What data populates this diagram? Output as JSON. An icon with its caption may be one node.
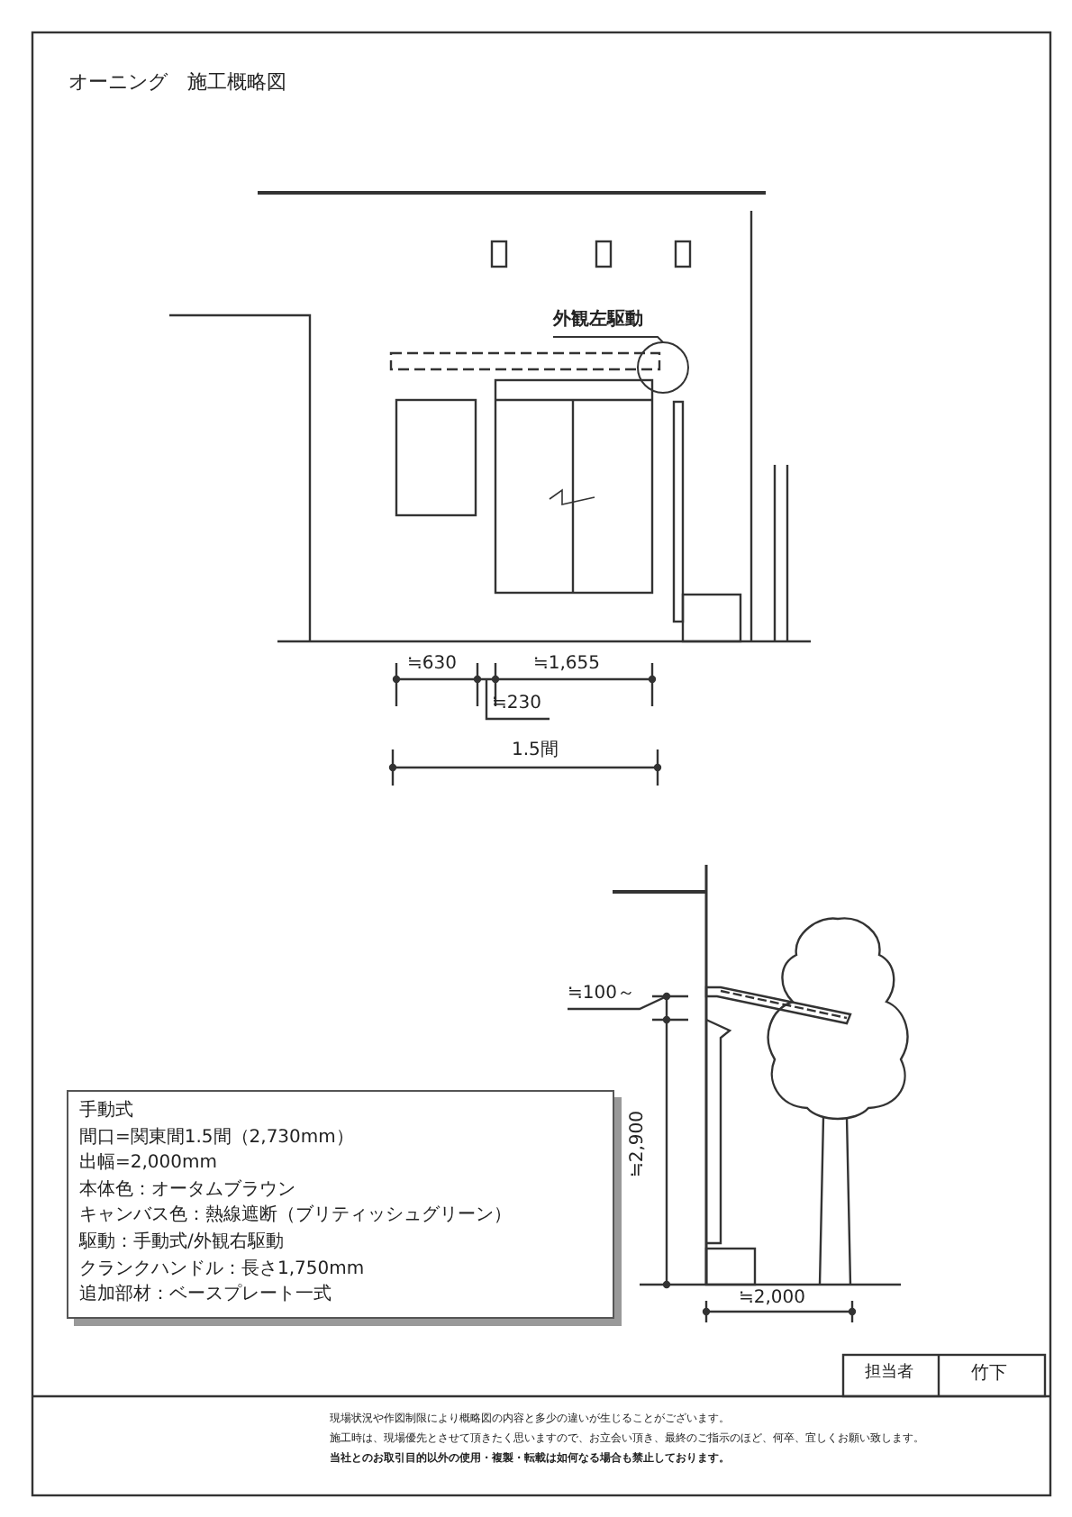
{
  "diagram": {
    "title": "オーニング　施工概略図",
    "nodes": [
      {
        "text": [
          "外観左駆動"
        ]
      },
      {
        "text": [],
        "shape": "circle"
      },
      {
        "text": [
          "手動式",
          "間口=関東間1.5間（2,730mm）",
          "出幅=2,000mm",
          "本体色：オータムブラウン",
          "キャンバス色：熱線遮断（ブリティッシュグリーン）",
          "駆動：手動式/外観右駆動",
          "クランクハンドル：長さ1,750mm",
          "追加部材：ベースプレート一式"
        ]
      }
    ],
    "edges": [
      {
        "from": 0,
        "to": 1,
        "arrow": "none"
      }
    ],
    "labels": [
      "≒630",
      "≒1,655",
      "≒230",
      "1.5間",
      "≒100～",
      "≒2,900",
      "≒2,000",
      "担当者",
      "竹下",
      "現場状況や作図制限により概略図の内容と多少の違いが生じることがございます。",
      "施工時は、現場優先とさせて頂きたく思いますので、お立会い頂き、最終のご指示のほど、何卒、宜しくお願い致します。",
      "当社とのお取引目的以外の使用・複製・転載は如何なる場合も禁止しております。"
    ]
  }
}
